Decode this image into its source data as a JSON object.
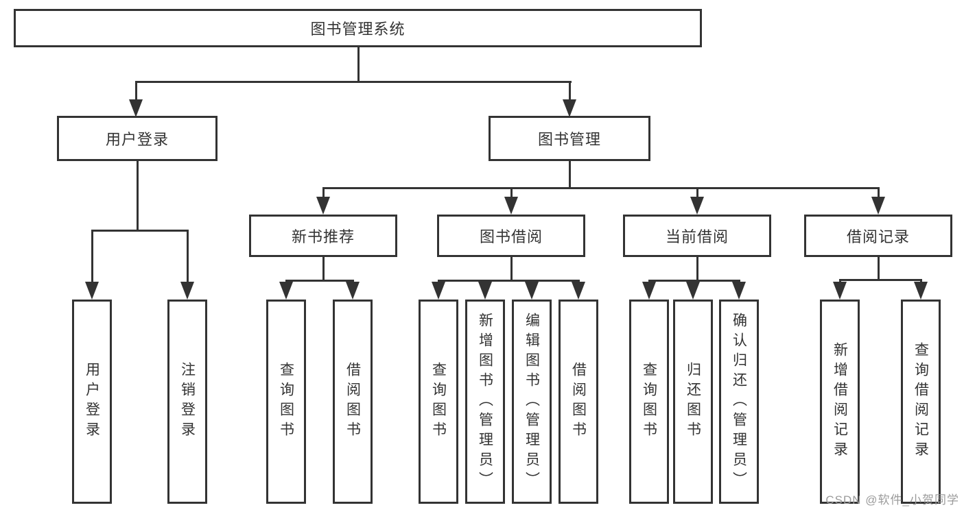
{
  "diagram": {
    "root_label": "图书管理系统",
    "user_branch": {
      "label": "用户登录",
      "children": [
        "用户登录",
        "注销登录"
      ]
    },
    "book_branch": {
      "label": "图书管理",
      "groups": [
        {
          "label": "新书推荐",
          "children": [
            "查询图书",
            "借阅图书"
          ]
        },
        {
          "label": "图书借阅",
          "children": [
            "查询图书",
            "新增图书（管理员）",
            "编辑图书（管理员）",
            "借阅图书"
          ]
        },
        {
          "label": "当前借阅",
          "children": [
            "查询图书",
            "归还图书",
            "确认归还（管理员）"
          ]
        },
        {
          "label": "借阅记录",
          "children": [
            "新增借阅记录",
            "查询借阅记录"
          ]
        }
      ]
    },
    "watermark": "CSDN @软件_小贺同学",
    "colors": {
      "line": "#333333",
      "text": "#333333",
      "watermark": "#9b9b9b",
      "background": "#ffffff"
    }
  }
}
